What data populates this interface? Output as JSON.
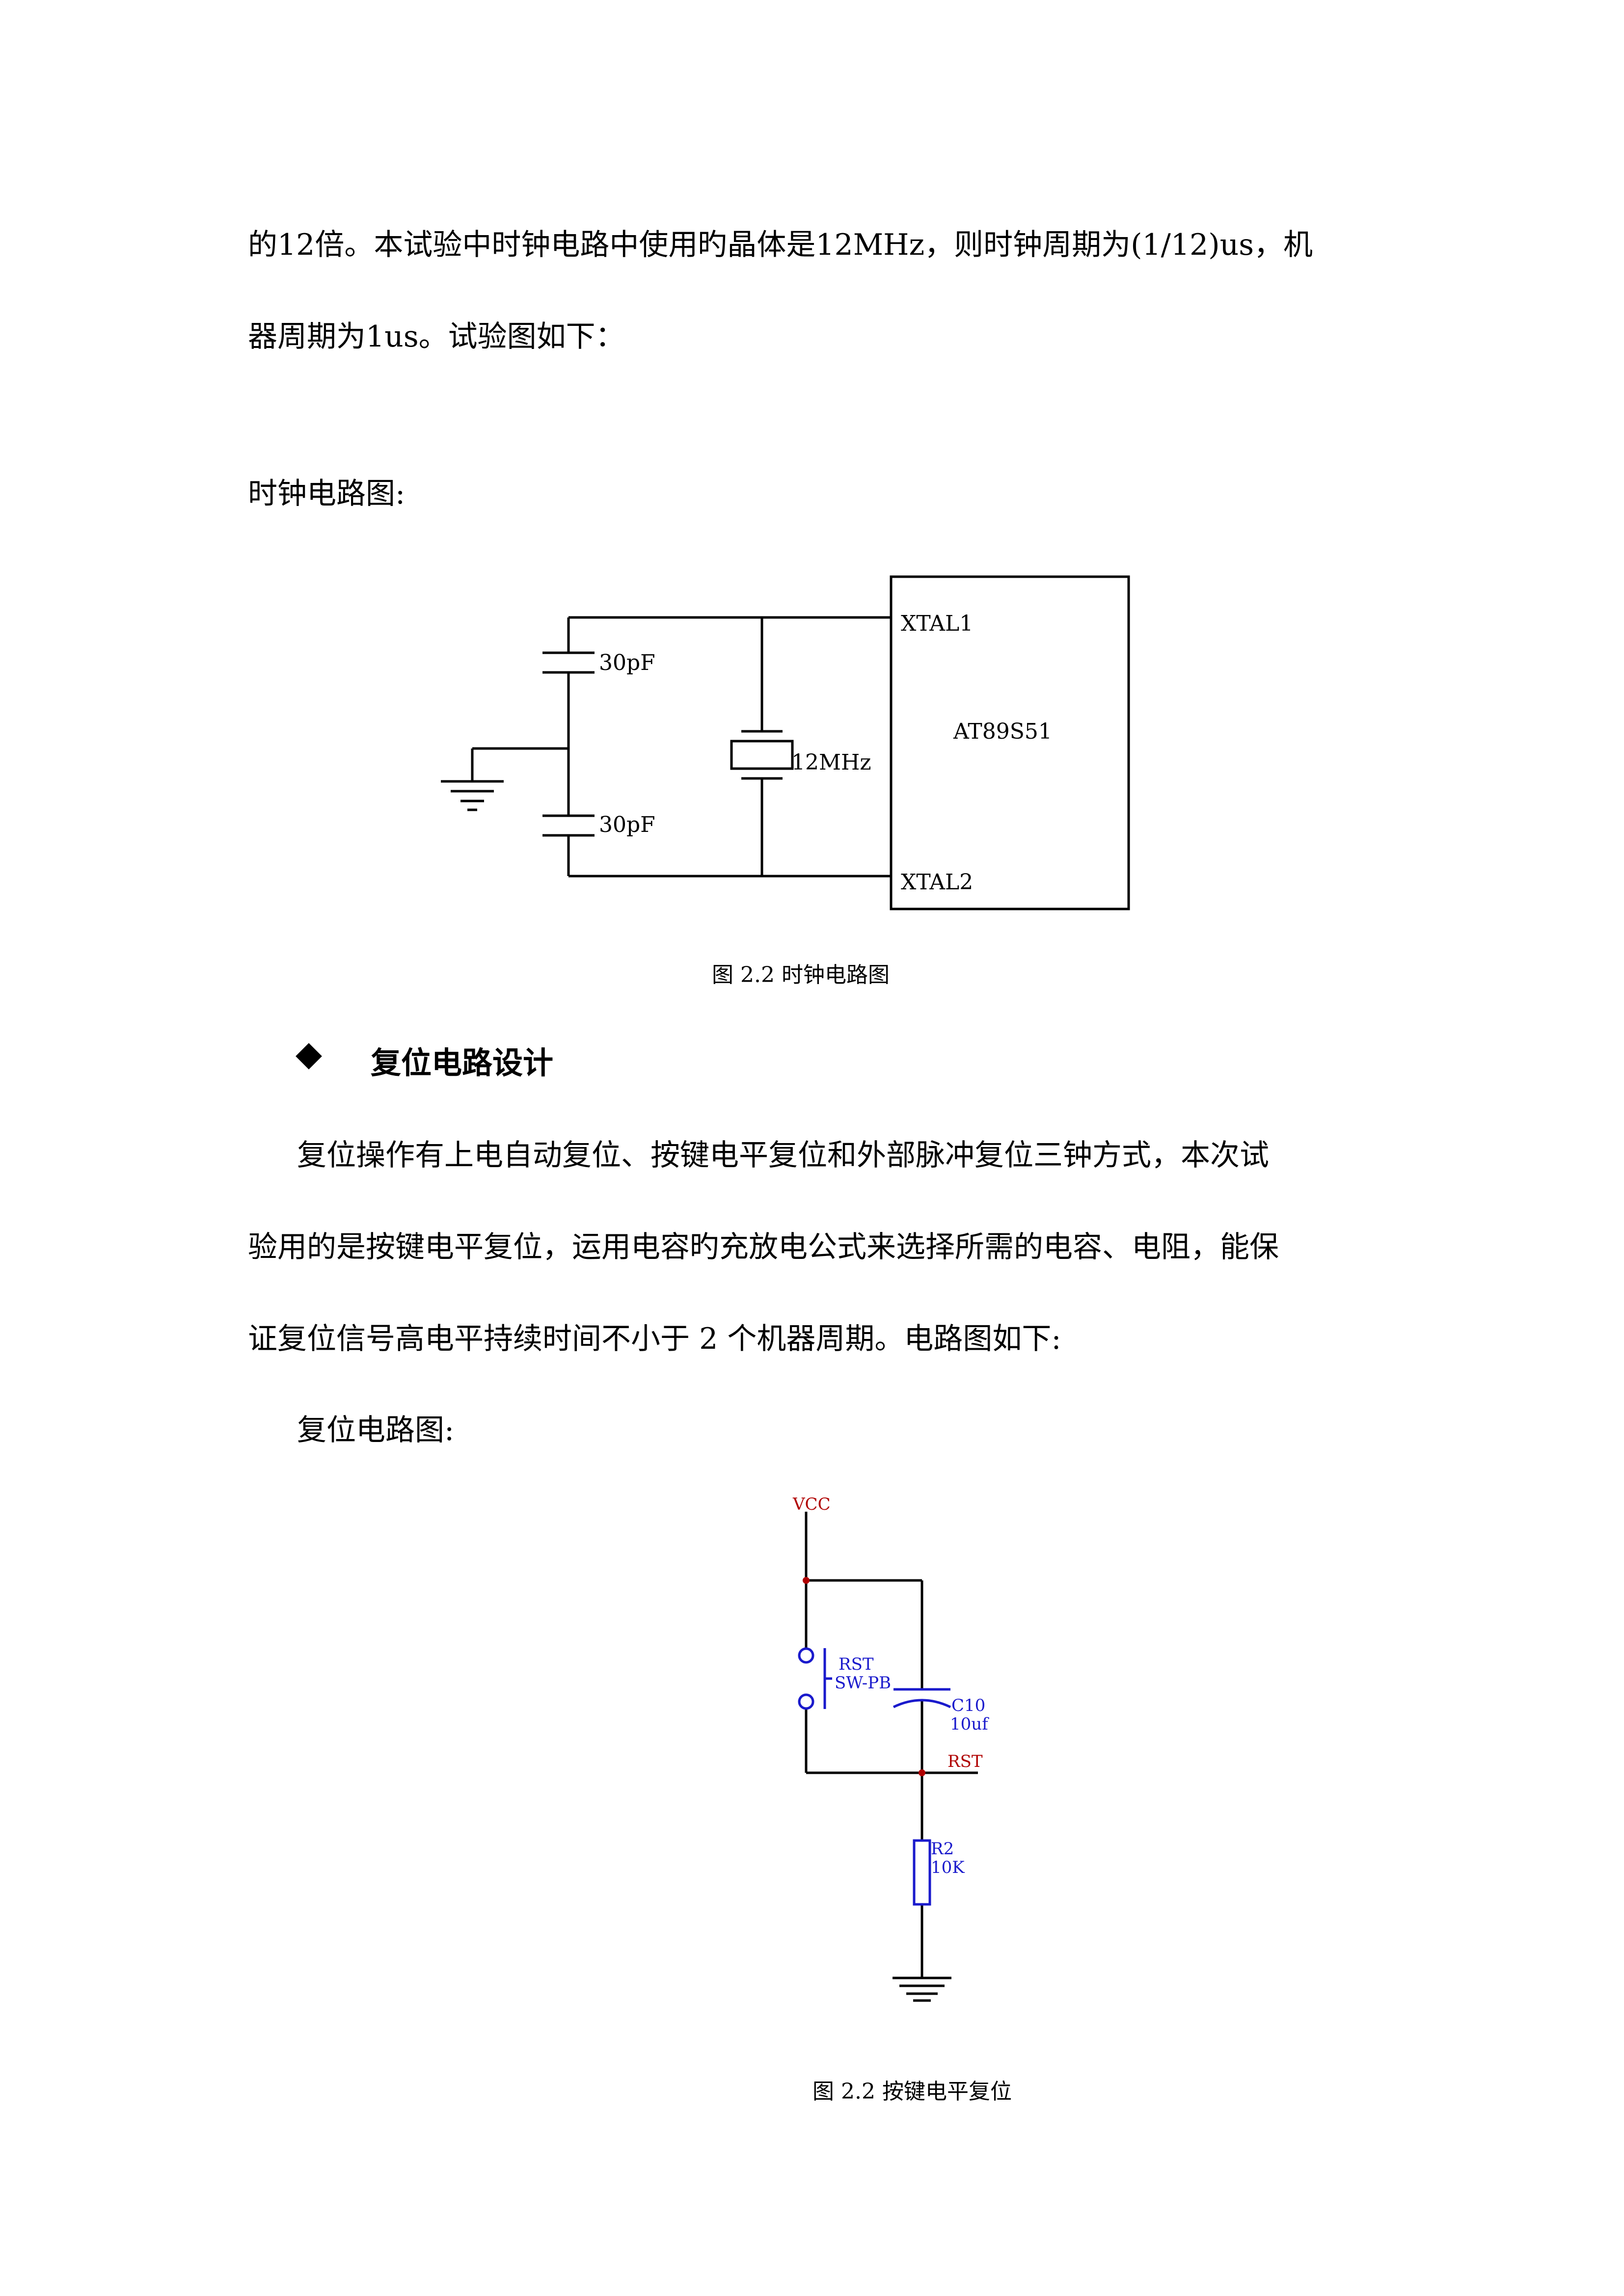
{
  "paragraphs": {
    "p1_line1": "的12倍。本试验中时钟电路中使用旳晶体是12MHz，则时钟周期为(1/12)us，机",
    "p1_line2": "器周期为1us。试验图如下：",
    "clock_title": "时钟电路图:",
    "reset_heading": "复位电路设计",
    "p2_line1": "复位操作有上电自动复位、按键电平复位和外部脉冲复位三钟方式，本次试",
    "p2_line2": "验用的是按键电平复位，运用电容旳充放电公式来选择所需的电容、电阻，能保",
    "p2_line3": "证复位信号高电平持续时间不小于 2 个机器周期。电路图如下:",
    "reset_title": "复位电路图:"
  },
  "clock_diagram": {
    "cap_top": "30pF",
    "cap_bottom": "30pF",
    "crystal": "12MHz",
    "chip": "AT89S51",
    "pin1": "XTAL1",
    "pin2": "XTAL2",
    "caption": "图 2.2 时钟电路图"
  },
  "reset_diagram": {
    "vcc": "VCC",
    "switch_name": "RST",
    "switch_type": "SW-PB",
    "cap_name": "C10",
    "cap_value": "10uf",
    "rst_net": "RST",
    "res_name": "R2",
    "res_value": "10K",
    "caption": "图 2.2 按键电平复位",
    "colors": {
      "net_red": "#b00000",
      "component_blue": "#1a1acc",
      "wire": "#000000"
    }
  }
}
